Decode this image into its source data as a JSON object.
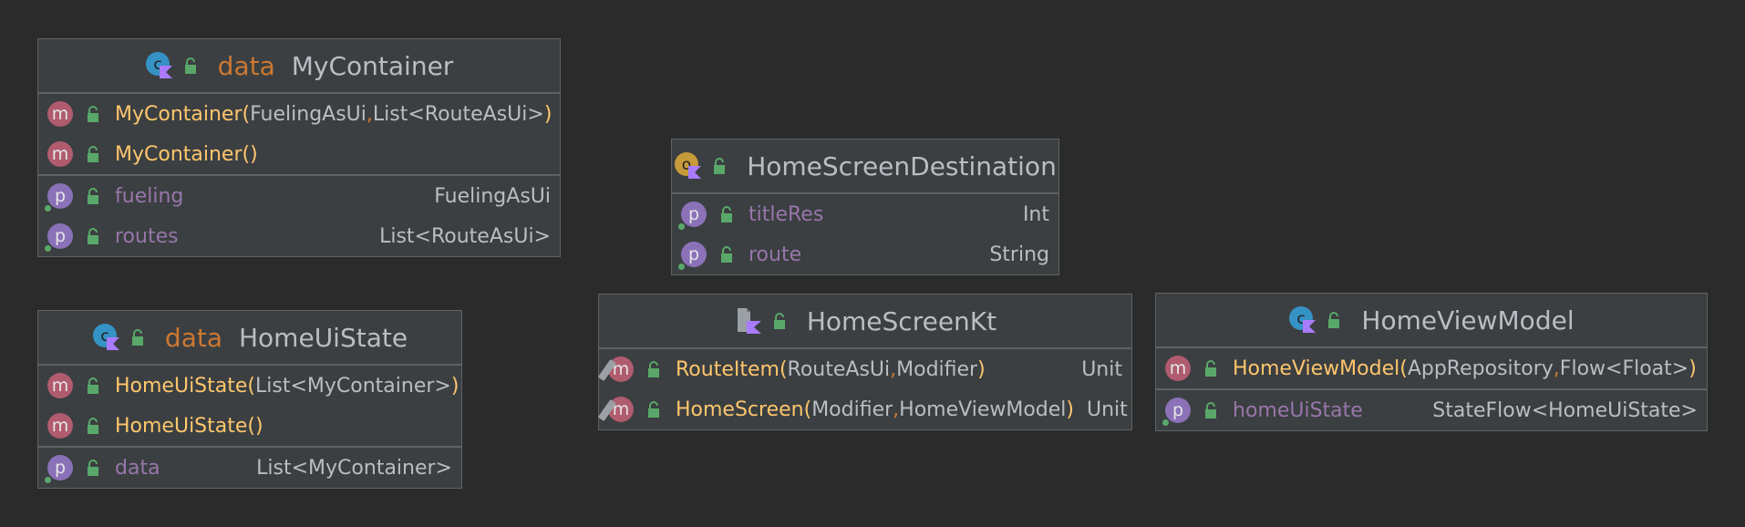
{
  "classes": {
    "my_container": {
      "stereotype": "data",
      "name": "MyContainer",
      "methods": [
        {
          "name": "MyContainer",
          "open": "(",
          "params": [
            "FuelingAsUi",
            "List<RouteAsUi>"
          ],
          "close": ")"
        },
        {
          "name": "MyContainer",
          "open": "()",
          "params": [],
          "close": ""
        }
      ],
      "props": [
        {
          "name": "fueling",
          "type": "FuelingAsUi"
        },
        {
          "name": "routes",
          "type": "List<RouteAsUi>"
        }
      ]
    },
    "home_ui_state": {
      "stereotype": "data",
      "name": "HomeUiState",
      "methods": [
        {
          "name": "HomeUiState",
          "open": "(",
          "params": [
            "List<MyContainer>"
          ],
          "close": ")"
        },
        {
          "name": "HomeUiState",
          "open": "()",
          "params": [],
          "close": ""
        }
      ],
      "props": [
        {
          "name": "data",
          "type": "List<MyContainer>"
        }
      ]
    },
    "home_screen_destination": {
      "name": "HomeScreenDestination",
      "props": [
        {
          "name": "titleRes",
          "type": "Int"
        },
        {
          "name": "route",
          "type": "String"
        }
      ]
    },
    "home_screen_kt": {
      "name": "HomeScreenKt",
      "methods": [
        {
          "name": "RouteItem",
          "open": "(",
          "params": [
            "RouteAsUi",
            "Modifier"
          ],
          "close": ")",
          "ret": "Unit"
        },
        {
          "name": "HomeScreen",
          "open": "(",
          "params": [
            "Modifier",
            "HomeViewModel"
          ],
          "close": ")",
          "ret": "Unit"
        }
      ]
    },
    "home_view_model": {
      "name": "HomeViewModel",
      "methods": [
        {
          "name": "HomeViewModel",
          "open": "(",
          "params": [
            "AppRepository",
            "Flow<Float>"
          ],
          "close": ")"
        }
      ],
      "props": [
        {
          "name": "homeUiState",
          "type": "StateFlow<HomeUiState>"
        }
      ]
    }
  },
  "colors": {
    "background": "#2b2b2b",
    "node": "#3b3f41",
    "method_name": "#ffc66d",
    "property_name": "#9876aa",
    "keyword": "#cc7832",
    "method_badge": "#b05b6e",
    "property_badge": "#8a71b8",
    "lock": "#59a869"
  },
  "icons": {
    "class": "class-kotlin-icon",
    "object": "object-kotlin-icon",
    "file": "kotlin-file-icon",
    "visibility": "public-lock-icon",
    "method": "method-icon",
    "property": "property-icon"
  }
}
